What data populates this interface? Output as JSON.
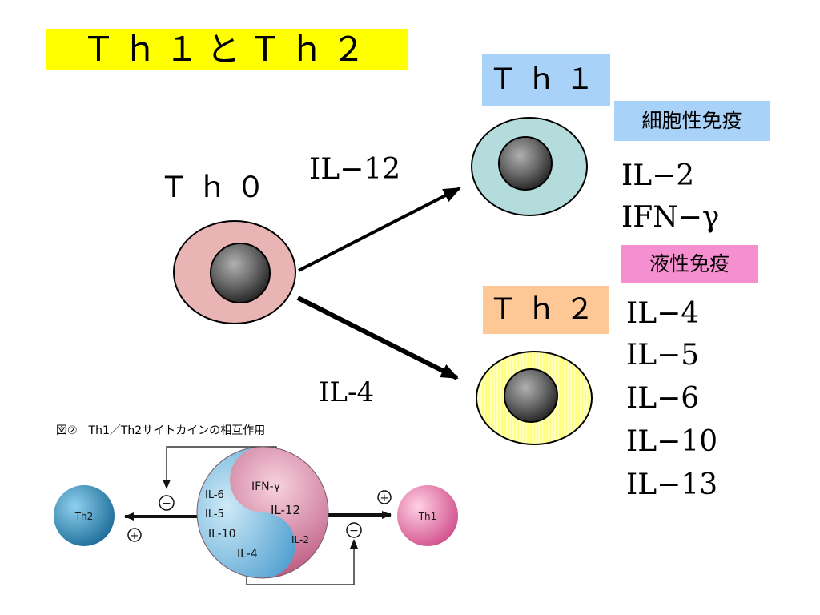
{
  "title": "Ｔｈ１とＴｈ２",
  "th0_label": "Ｔｈ０",
  "th1_label": "Ｔｈ１",
  "th2_label": "Ｔｈ２",
  "arrow_upper_label": "IL−12",
  "arrow_lower_label": "IL-4",
  "cellular_immunity": "細胞性免疫",
  "humoral_immunity": "液性免疫",
  "th1_cytokines": [
    "IL−2",
    "IFN−γ"
  ],
  "th2_cytokines": [
    "IL−4",
    "IL−5",
    "IL−6",
    "IL−10",
    "IL−13"
  ],
  "figure": {
    "caption": "図②　Th1／Th2サイトカインの相互作用",
    "left_cell": "Th2",
    "right_cell": "Th1",
    "center_left_labels": [
      "IL-6",
      "IL-5",
      "IL-10",
      "IL-4"
    ],
    "center_right_labels": [
      "IFN-γ",
      "IL-12",
      "IL-2"
    ],
    "minus_sign": "−",
    "plus_sign": "+"
  },
  "colors": {
    "title_bg": "#ffff00",
    "th1_bg": "#a8d2f8",
    "th2_bg": "#fdc896",
    "humoral_bg": "#f58fd0",
    "th0_cell": "#e8b4b4",
    "th1_cell": "#b4dcdc",
    "th2_cell": "#ffff80"
  }
}
